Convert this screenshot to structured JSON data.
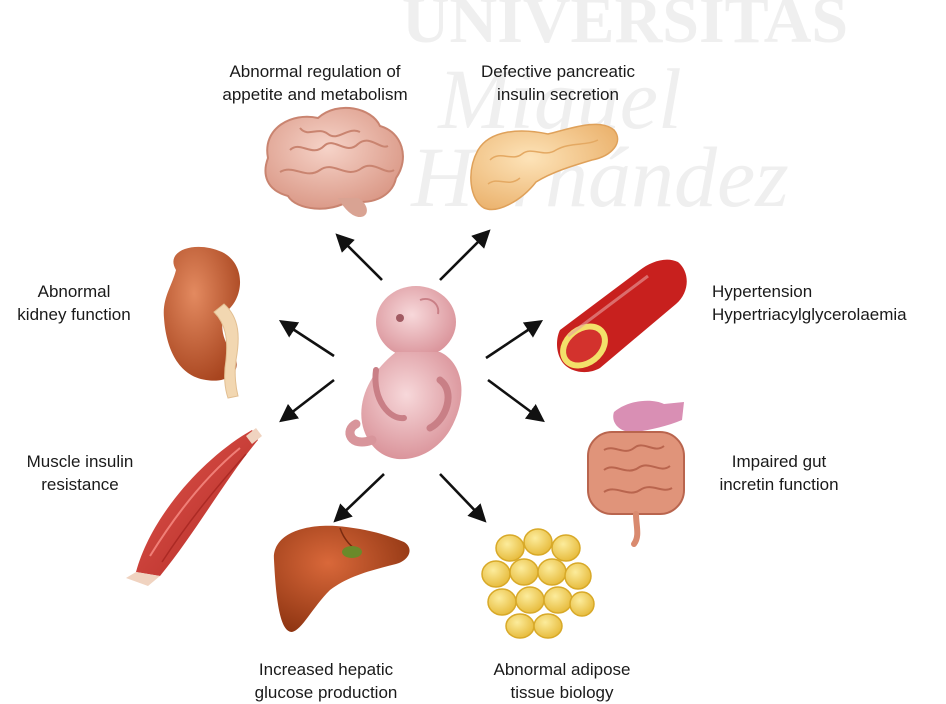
{
  "watermark": {
    "line1": "UNIVERSITAS",
    "line2": "Miguel",
    "line3": "Hernández",
    "color": "#efefef"
  },
  "labels": {
    "brain": [
      "Abnormal regulation of",
      "appetite and metabolism"
    ],
    "pancreas": [
      "Defective pancreatic",
      "insulin secretion"
    ],
    "kidney": [
      "Abnormal",
      "kidney function"
    ],
    "vessel": [
      "Hypertension",
      "Hypertriacylglycerolaemia"
    ],
    "muscle": [
      "Muscle insulin",
      "resistance"
    ],
    "gut": [
      "Impaired gut",
      "incretin function"
    ],
    "liver": [
      "Increased hepatic",
      "glucose production"
    ],
    "adipose": [
      "Abnormal adipose",
      "tissue biology"
    ]
  },
  "icons": [
    "fetus-icon",
    "brain-icon",
    "pancreas-icon",
    "kidney-icon",
    "blood-vessel-icon",
    "muscle-icon",
    "intestine-icon",
    "liver-icon",
    "adipose-tissue-icon"
  ],
  "colors": {
    "arrow": "#111111",
    "fetus": "#e8b2b6",
    "brain": "#e9b7a8",
    "pancreas": "#f4c58a",
    "kidney": "#c9643b",
    "vessel": "#c8201e",
    "muscle": "#cc3a33",
    "gut": "#d9806a",
    "liver": "#b24a1f",
    "adipose": "#f2d056"
  }
}
